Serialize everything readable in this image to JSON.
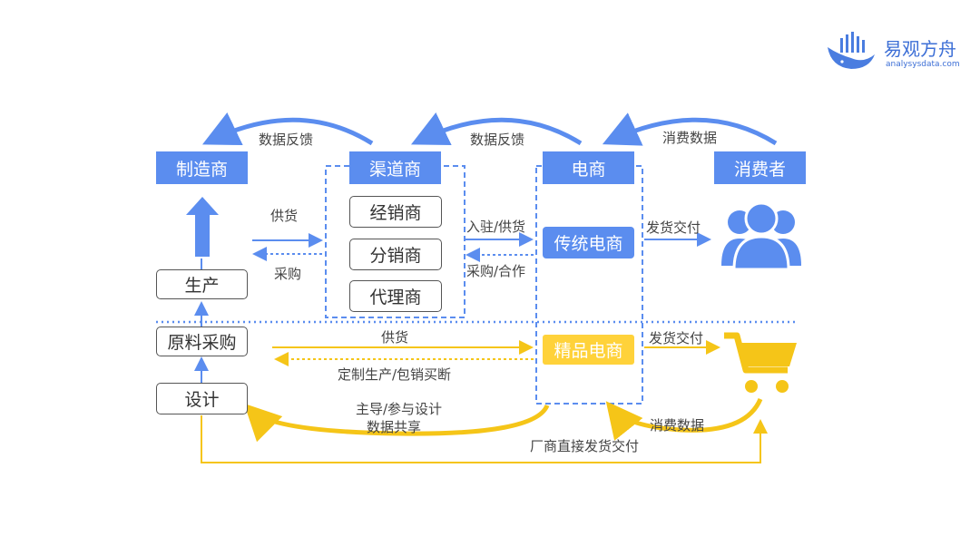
{
  "logo": {
    "name": "易观方舟",
    "url": "analysysdata.com"
  },
  "nodes": {
    "manufacturer": "制造商",
    "channel": "渠道商",
    "ecommerce": "电商",
    "consumer": "消费者",
    "distributor": "经销商",
    "subdistributor": "分销商",
    "agent": "代理商",
    "production": "生产",
    "raw_procurement": "原料采购",
    "design": "设计",
    "traditional_ecom": "传统电商",
    "premium_ecom": "精品电商"
  },
  "labels": {
    "feedback1": "数据反馈",
    "feedback2": "数据反馈",
    "consumer_data_top": "消费数据",
    "supply_top": "供货",
    "procure_top": "采购",
    "settle_supply": "入驻/供货",
    "procure_coop": "采购/合作",
    "ship_deliver_top": "发货交付",
    "supply_bottom": "供货",
    "custom_production": "定制生产/包销买断",
    "ship_deliver_bottom": "发货交付",
    "lead_design": "主导/参与设计",
    "data_share": "数据共享",
    "consumer_data_bottom": "消费数据",
    "factory_direct": "厂商直接发货交付"
  },
  "colors": {
    "blue": "#5b8def",
    "yellow": "#ffd23a",
    "gold": "#f5c518",
    "line": "#6a93ec"
  }
}
